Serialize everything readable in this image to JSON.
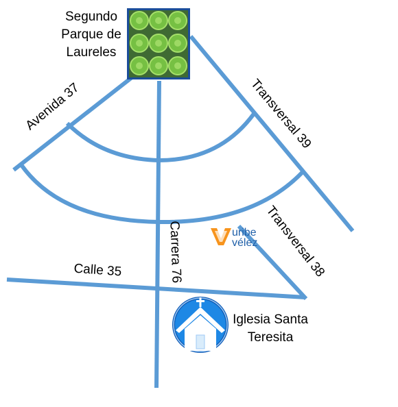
{
  "map": {
    "colors": {
      "road": "#5b9bd5",
      "park_tile": "#7ac143",
      "park_border": "#2f4f8f",
      "brand_orange": "#f7941d",
      "brand_blue": "#1f5fa8",
      "church_blue": "#1e88e5"
    },
    "roads": {
      "avenida": "Avenida 37",
      "carrera": "Carrera 76",
      "calle": "Calle 35",
      "transversal_39": "Transversal 39",
      "transversal_38": "Transversal 38"
    },
    "landmarks": {
      "park": {
        "line1": "Segundo",
        "line2": "Parque de",
        "line3": "Laureles",
        "icon": "park-tile-icon"
      },
      "church": {
        "line1": "Iglesia Santa",
        "line2": "Teresita",
        "icon": "church-icon"
      },
      "logo": {
        "word1": "uribe",
        "word2": "vélez",
        "icon": "uribe-velez-logo-icon"
      }
    }
  }
}
